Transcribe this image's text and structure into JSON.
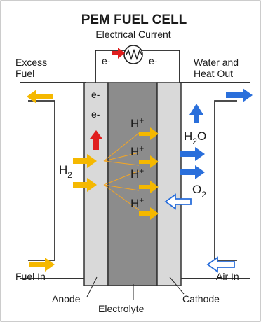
{
  "title": "PEM FUEL CELL",
  "circuit": {
    "label": "Electrical Current",
    "electron_left": "e-",
    "electron_right": "e-",
    "load_icon": "resistor-icon"
  },
  "labels": {
    "excess_fuel_line1": "Excess",
    "excess_fuel_line2": "Fuel",
    "water_heat_line1": "Water and",
    "water_heat_line2": "Heat Out",
    "fuel_in": "Fuel In",
    "air_in": "Air In",
    "anode": "Anode",
    "electrolyte": "Electrolyte",
    "cathode": "Cathode"
  },
  "species": {
    "h2": "H",
    "h2_sub": "2",
    "o2": "O",
    "o2_sub": "2",
    "h2o_h": "H",
    "h2o_sub": "2",
    "h2o_o": "O",
    "proton": "H",
    "proton_sup": "+",
    "electron": "e-"
  },
  "colors": {
    "fuel_arrow": "#f5b800",
    "water_arrow": "#2a6fdb",
    "electron_arrow": "#e01e1e",
    "air_arrow_outline": "#2a6fdb",
    "anode": "#d9d9d9",
    "electrolyte": "#8c8c8c",
    "cathode": "#d9d9d9"
  }
}
